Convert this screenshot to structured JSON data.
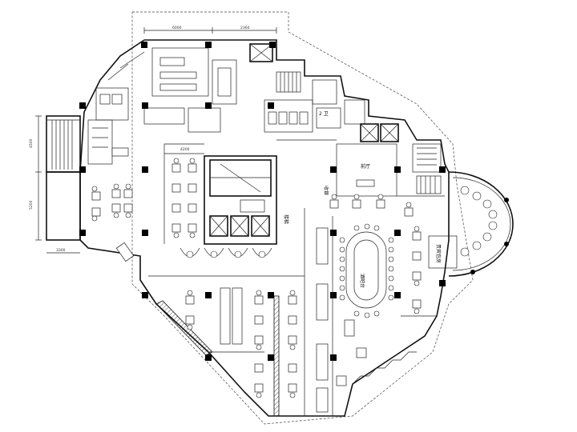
{
  "labels": {
    "lobby": "前厅",
    "bar": "酒吧台",
    "vip": "贵宾包房",
    "wc2": "2 卫",
    "cashier": "收银",
    "stair": "楼梯"
  },
  "dimensions": {
    "top_a": "6000",
    "top_b": "2360",
    "left_a": "4500",
    "left_b": "5200",
    "bottom_left": "3300",
    "mid": "4200"
  }
}
